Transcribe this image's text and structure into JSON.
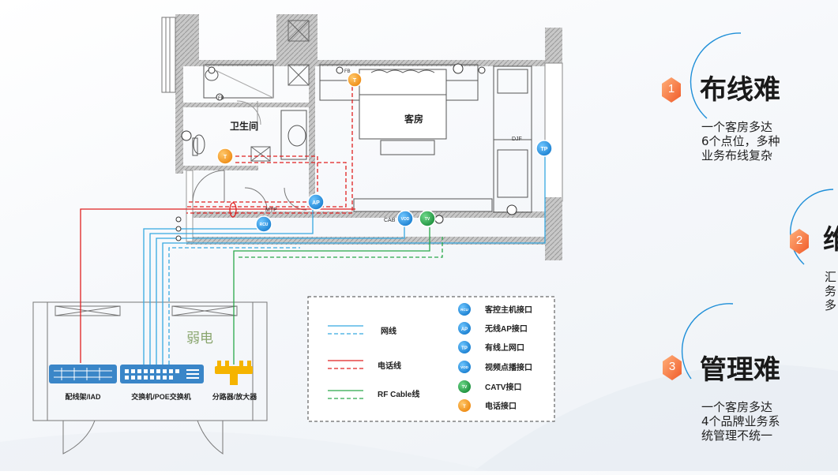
{
  "rooms": {
    "bathroom": "卫生间",
    "guestroom": "客房",
    "weak_current": "弱电"
  },
  "room_tags": {
    "fb1": "FB",
    "fb2": "FB",
    "djf": "DJF",
    "cab": "CAB",
    "mtp": "MTP"
  },
  "ports": {
    "t": "T",
    "ap": "AP",
    "tp": "TP",
    "rcu": "RCU",
    "vod": "VOD",
    "tv": "TV"
  },
  "equipment": {
    "patch": "配线架/IAD",
    "switch": "交换机/POE交换机",
    "splitter": "分路器/放大器"
  },
  "legend": {
    "lines": [
      {
        "label": "网线",
        "color": "#36a9e1"
      },
      {
        "label": "电话线",
        "color": "#e02020"
      },
      {
        "label": "RF Cable线",
        "color": "#2aa84a"
      }
    ],
    "ports": [
      {
        "code": "RCU",
        "label": "客控主机接口",
        "color": "#1a8fd6"
      },
      {
        "code": "AP",
        "label": "无线AP接口",
        "color": "#1a8fd6"
      },
      {
        "code": "TP",
        "label": "有线上网口",
        "color": "#1a8fd6"
      },
      {
        "code": "VOD",
        "label": "视频点播接口",
        "color": "#1a8fd6"
      },
      {
        "code": "TV",
        "label": "CATV接口",
        "color": "#2aa84a"
      },
      {
        "code": "T",
        "label": "电话接口",
        "color": "#f39c1f"
      }
    ]
  },
  "issues": [
    {
      "num": "1",
      "title": "布线难",
      "desc": [
        "一个客房多达",
        "6个点位，多种",
        "业务布线复杂"
      ]
    },
    {
      "num": "2",
      "title": "维",
      "desc": [
        "汇",
        "务",
        "多"
      ]
    },
    {
      "num": "3",
      "title": "管理难",
      "desc": [
        "一个客房多达",
        "4个品牌业务系",
        "统管理不统一"
      ]
    }
  ],
  "colors": {
    "net": "#36a9e1",
    "phone": "#e02020",
    "rf": "#2aa84a",
    "accent": "#f39c1f",
    "arc": "#1f8fd8"
  }
}
